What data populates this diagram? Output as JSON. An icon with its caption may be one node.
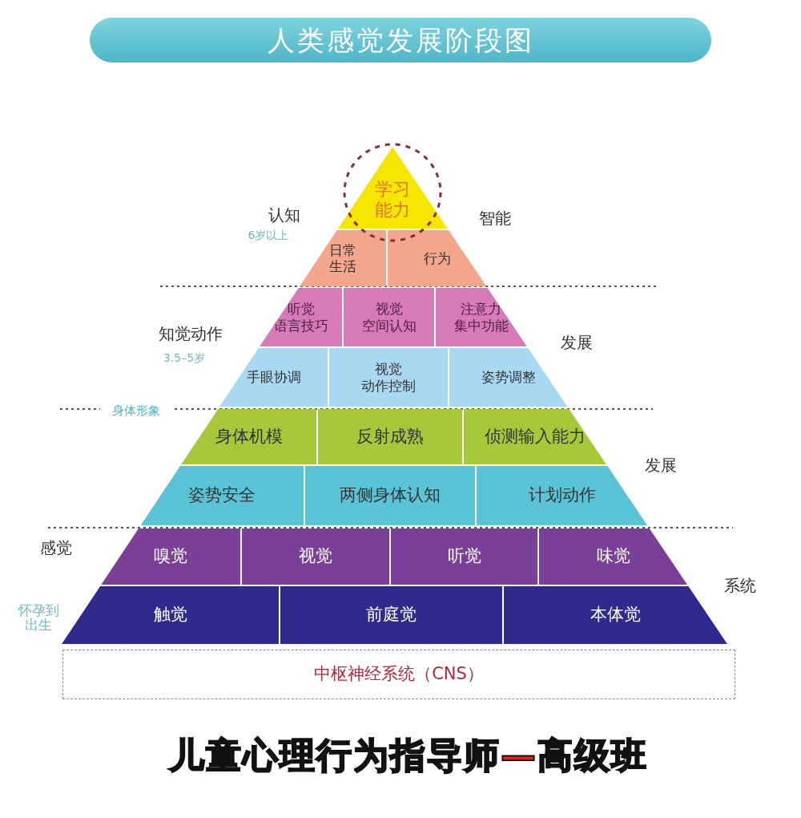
{
  "diagram": {
    "title": "人类感觉发展阶段图",
    "nodes": [
      {
        "text": [
          "学习能力"
        ]
      },
      {
        "text": [
          "日常生活"
        ]
      },
      {
        "text": [
          "行为"
        ]
      },
      {
        "text": [
          "听觉语言技巧"
        ]
      },
      {
        "text": [
          "视觉空间认知"
        ]
      },
      {
        "text": [
          "注意力集中功能"
        ]
      },
      {
        "text": [
          "手眼协调"
        ]
      },
      {
        "text": [
          "视觉动作控制"
        ]
      },
      {
        "text": [
          "姿势调整"
        ]
      },
      {
        "text": [
          "身体机模"
        ]
      },
      {
        "text": [
          "反射成熟"
        ]
      },
      {
        "text": [
          "侦测输入能力"
        ]
      },
      {
        "text": [
          "姿势安全"
        ]
      },
      {
        "text": [
          "两侧身体认知"
        ]
      },
      {
        "text": [
          "计划动作"
        ]
      },
      {
        "text": [
          "嗅觉"
        ]
      },
      {
        "text": [
          "视觉"
        ]
      },
      {
        "text": [
          "听觉"
        ]
      },
      {
        "text": [
          "味觉"
        ]
      },
      {
        "text": [
          "触觉"
        ]
      },
      {
        "text": [
          "前庭觉"
        ]
      },
      {
        "text": [
          "本体觉"
        ]
      },
      {
        "text": [
          "中枢神经系统（CNS）"
        ]
      }
    ],
    "edges": [],
    "labels": [
      "认知",
      "6岁以上",
      "智能",
      "知觉动作",
      "3.5–5岁",
      "发展",
      "身体形象",
      "发展",
      "感觉",
      "系统",
      "怀孕到出生",
      "儿童心理行为指导师—高级班"
    ]
  }
}
